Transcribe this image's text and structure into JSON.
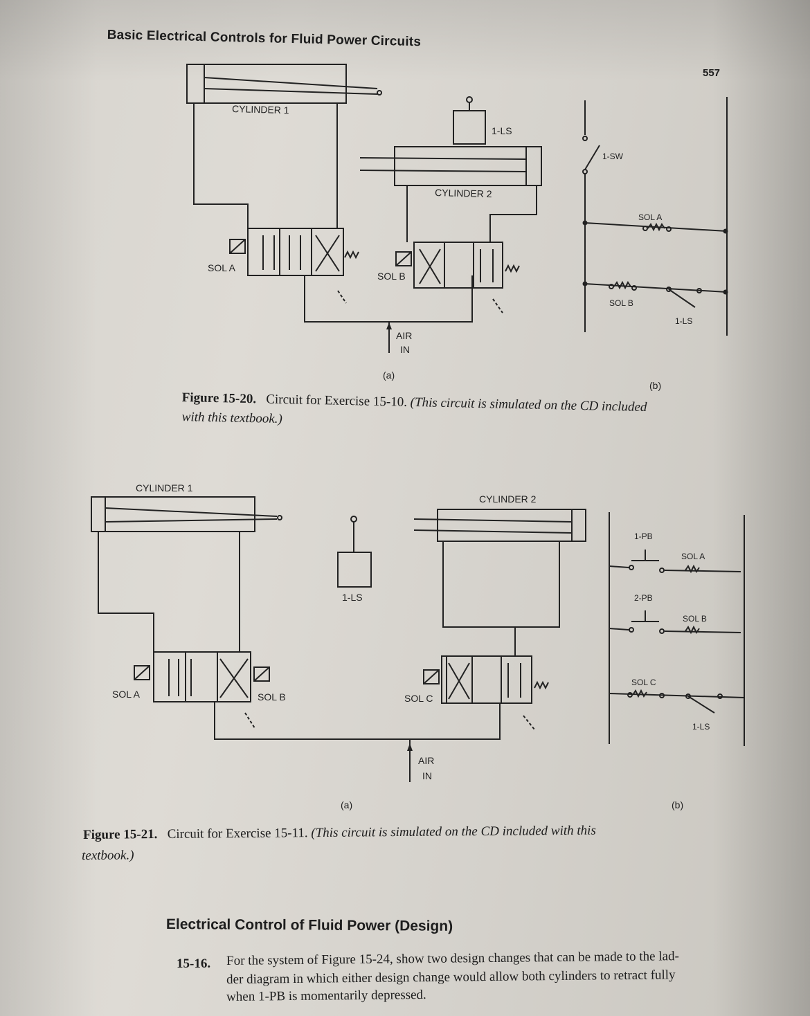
{
  "header": {
    "title": "Basic Electrical Controls for Fluid Power Circuits",
    "page_number": "557"
  },
  "fig20": {
    "cylinder1": "CYLINDER 1",
    "cylinder2": "CYLINDER 2",
    "ls": "1-LS",
    "sol_a": "SOL A",
    "sol_b": "SOL B",
    "air": "AIR",
    "in": "IN",
    "label_a": "(a)",
    "label_b": "(b)",
    "sw": "1-SW",
    "ladder_sol_a": "SOL A",
    "ladder_sol_b": "SOL B",
    "ladder_ls": "1-LS",
    "caption_num": "Figure 15-20.",
    "caption_text": "Circuit for Exercise 15-10.",
    "caption_italic_1": "(This circuit is simulated on the CD included",
    "caption_italic_2": "with this textbook.)"
  },
  "fig21": {
    "cylinder1": "CYLINDER 1",
    "cylinder2": "CYLINDER 2",
    "ls": "1-LS",
    "sol_a": "SOL A",
    "sol_b": "SOL B",
    "sol_c": "SOL C",
    "air": "AIR",
    "in": "IN",
    "label_a": "(a)",
    "label_b": "(b)",
    "pb1": "1-PB",
    "pb2": "2-PB",
    "ladder_sol_a": "SOL A",
    "ladder_sol_b": "SOL B",
    "ladder_sol_c": "SOL C",
    "ladder_ls": "1-LS",
    "caption_num": "Figure 15-21.",
    "caption_text": "Circuit for Exercise 15-11.",
    "caption_italic_1": "(This circuit is simulated on the CD included with this",
    "caption_italic_2": "textbook.)"
  },
  "section": {
    "title": "Electrical Control of Fluid Power (Design)"
  },
  "exercise": {
    "number": "15-16.",
    "line1": "For the system of Figure 15-24, show two design changes that can be made to the lad-",
    "line2": "der diagram in which either design change would allow both cylinders to retract fully",
    "line3": "when 1-PB is momentarily depressed."
  }
}
